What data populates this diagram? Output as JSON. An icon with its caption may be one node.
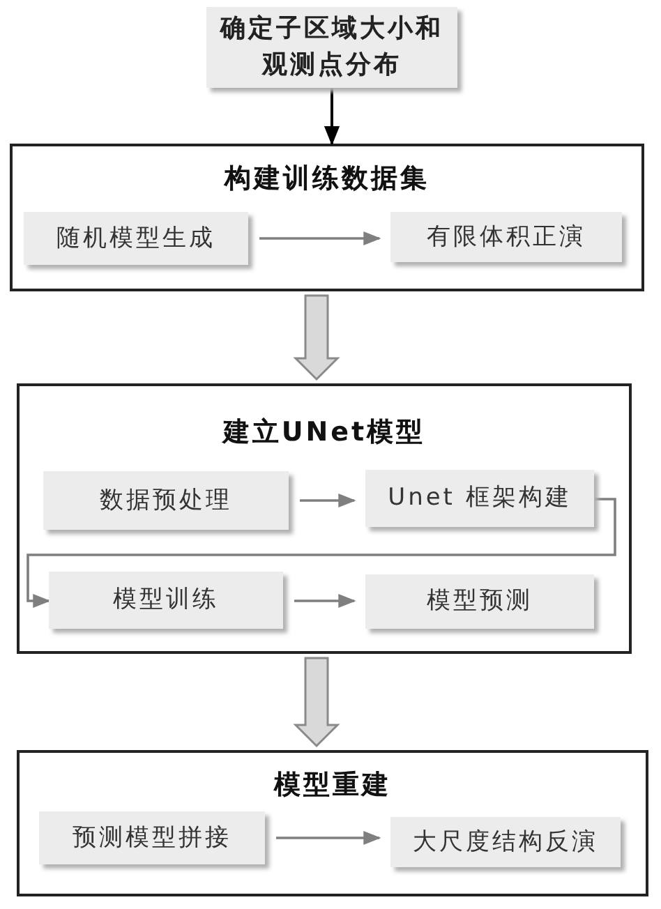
{
  "diagram": {
    "nodes": [
      {
        "text": [
          "确定子区域大小和观测点分布"
        ]
      },
      {
        "text": [
          "构建训练数据集"
        ]
      },
      {
        "text": [
          "随机模型生成"
        ],
        "in": 1
      },
      {
        "text": [
          "有限体积正演"
        ],
        "in": 1
      },
      {
        "text": [
          "建立UNet模型"
        ]
      },
      {
        "text": [
          "数据预处理"
        ],
        "in": 4
      },
      {
        "text": [
          "Unet 框架构建"
        ],
        "in": 4
      },
      {
        "text": [
          "模型训练"
        ],
        "in": 4
      },
      {
        "text": [
          "模型预测"
        ],
        "in": 4
      },
      {
        "text": [
          "模型重建"
        ]
      },
      {
        "text": [
          "预测模型拼接"
        ],
        "in": 9
      },
      {
        "text": [
          "大尺度结构反演"
        ],
        "in": 9
      }
    ],
    "edges": [
      {
        "from": 0,
        "to": 1,
        "arrow": "to",
        "color": "#000000"
      },
      {
        "from": 2,
        "to": 3,
        "arrow": "to"
      },
      {
        "from": 1,
        "to": 4,
        "arrow": "to",
        "style": "thick"
      },
      {
        "from": 5,
        "to": 6,
        "arrow": "to"
      },
      {
        "from": 6,
        "to": 7,
        "arrow": "to"
      },
      {
        "from": 7,
        "to": 8,
        "arrow": "to"
      },
      {
        "from": 4,
        "to": 9,
        "arrow": "to",
        "style": "thick"
      },
      {
        "from": 10,
        "to": 11,
        "arrow": "to"
      }
    ]
  }
}
